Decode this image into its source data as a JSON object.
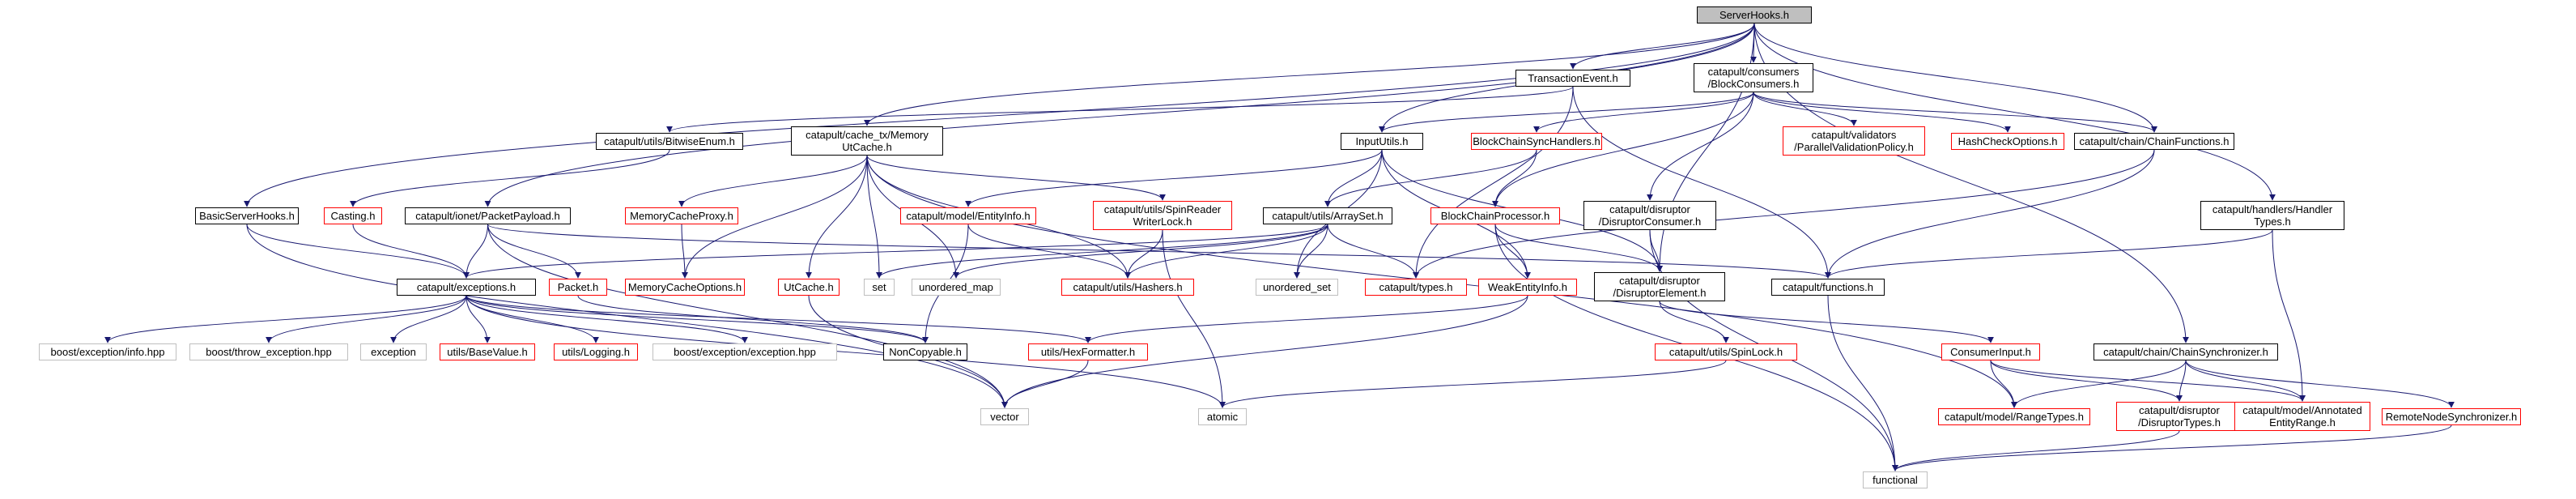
{
  "colors": {
    "edge": "#191970",
    "root_fill": "#bfbfbf",
    "link_border": "#000000",
    "truncated_border": "#ff0000",
    "external_border": "#bfbfbf"
  },
  "nodes": {
    "serverhooks": [
      "ServerHooks.h"
    ],
    "transactionevent": [
      "TransactionEvent.h"
    ],
    "blockconsumers": [
      "catapult/consumers",
      "/BlockConsumers.h"
    ],
    "bitwiseenum": [
      "catapult/utils/BitwiseEnum.h"
    ],
    "utcache_memory": [
      "catapult/cache_tx/Memory",
      "UtCache.h"
    ],
    "inpututils": [
      "InputUtils.h"
    ],
    "blockchainsynchandlers": [
      "BlockChainSyncHandlers.h"
    ],
    "parallelvalidation": [
      "catapult/validators",
      "/ParallelValidationPolicy.h"
    ],
    "hashcheckoptions": [
      "HashCheckOptions.h"
    ],
    "chainfunctions": [
      "catapult/chain/ChainFunctions.h"
    ],
    "basicserverhooks": [
      "BasicServerHooks.h"
    ],
    "casting": [
      "Casting.h"
    ],
    "packetpayload": [
      "catapult/ionet/PacketPayload.h"
    ],
    "memorycacheproxy": [
      "MemoryCacheProxy.h"
    ],
    "entityinfo": [
      "catapult/model/EntityInfo.h"
    ],
    "spinreaderwriterlock": [
      "catapult/utils/SpinReader",
      "WriterLock.h"
    ],
    "arrayset": [
      "catapult/utils/ArraySet.h"
    ],
    "blockchainprocessor": [
      "BlockChainProcessor.h"
    ],
    "disruptorconsumer": [
      "catapult/disruptor",
      "/DisruptorConsumer.h"
    ],
    "handlertypes": [
      "catapult/handlers/Handler",
      "Types.h"
    ],
    "exceptions": [
      "catapult/exceptions.h"
    ],
    "packet": [
      "Packet.h"
    ],
    "memorycacheoptions": [
      "MemoryCacheOptions.h"
    ],
    "utcache": [
      "UtCache.h"
    ],
    "set": [
      "set"
    ],
    "unordered_map": [
      "unordered_map"
    ],
    "hashers": [
      "catapult/utils/Hashers.h"
    ],
    "unordered_set": [
      "unordered_set"
    ],
    "types": [
      "catapult/types.h"
    ],
    "weakentityinfo": [
      "WeakEntityInfo.h"
    ],
    "disruptorelement": [
      "catapult/disruptor",
      "/DisruptorElement.h"
    ],
    "functions": [
      "catapult/functions.h"
    ],
    "boost_info": [
      "boost/exception/info.hpp"
    ],
    "boost_throw": [
      "boost/throw_exception.hpp"
    ],
    "exception": [
      "exception"
    ],
    "basevalue": [
      "utils/BaseValue.h"
    ],
    "logging": [
      "utils/Logging.h"
    ],
    "boost_exception": [
      "boost/exception/exception.hpp"
    ],
    "noncopyable": [
      "NonCopyable.h"
    ],
    "hexformatter": [
      "utils/HexFormatter.h"
    ],
    "spinlock": [
      "catapult/utils/SpinLock.h"
    ],
    "consumerinput": [
      "ConsumerInput.h"
    ],
    "chainsynchronizer": [
      "catapult/chain/ChainSynchronizer.h"
    ],
    "vector": [
      "vector"
    ],
    "atomic": [
      "atomic"
    ],
    "rangetypes": [
      "catapult/model/RangeTypes.h"
    ],
    "disruptortypes": [
      "catapult/disruptor",
      "/DisruptorTypes.h"
    ],
    "annotatedentityrange": [
      "catapult/model/Annotated",
      "EntityRange.h"
    ],
    "remotenodesynchronizer": [
      "RemoteNodeSynchronizer.h"
    ],
    "functional": [
      "functional"
    ]
  }
}
